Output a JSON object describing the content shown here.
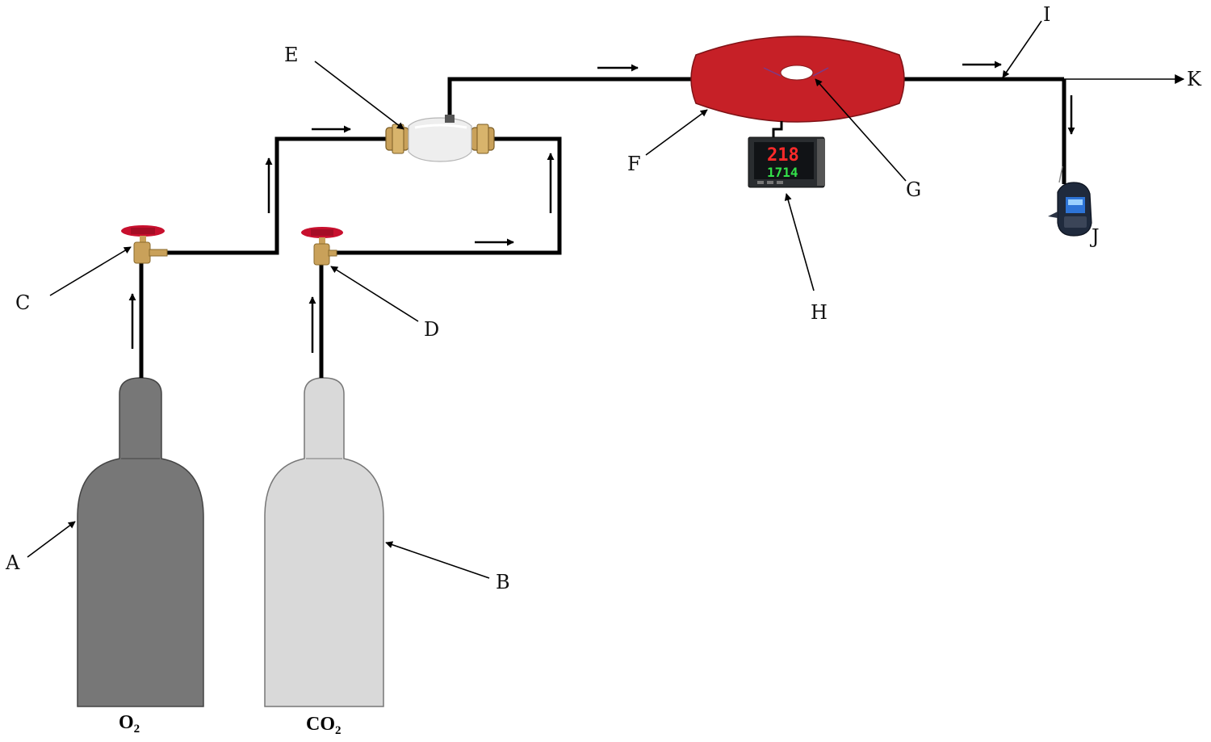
{
  "labels": {
    "a": "A",
    "b": "B",
    "c": "C",
    "d": "D",
    "e": "E",
    "f": "F",
    "g": "G",
    "h": "H",
    "i": "I",
    "j": "J",
    "k": "K"
  },
  "cylinders": {
    "left": {
      "formula_main": "O",
      "formula_sub": "2",
      "color": "#777777"
    },
    "right": {
      "formula_main": "CO",
      "formula_sub": "2",
      "color": "#d9d9d9"
    }
  },
  "controller": {
    "top_reading": "218",
    "bottom_reading": "1714"
  },
  "colors": {
    "reactor": "#c62027",
    "valve_handle": "#c8102e",
    "brass": "#c9a15a",
    "pipe": "#000000"
  }
}
